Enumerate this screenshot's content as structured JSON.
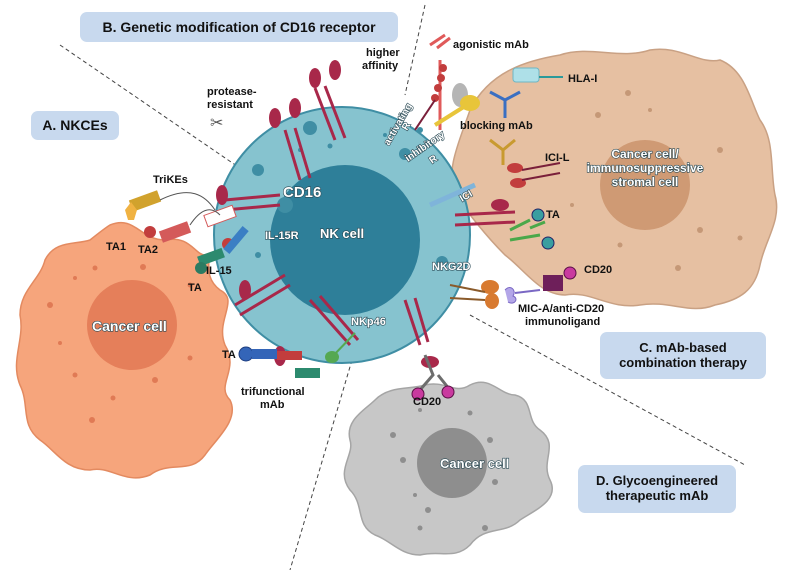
{
  "panels": {
    "a": "A. NKCEs",
    "b": "B. Genetic modification of CD16 receptor",
    "c_line1": "C. mAb-based",
    "c_line2": "combination therapy",
    "d_line1": "D. Glycoengineered",
    "d_line2": "therapeutic mAb"
  },
  "cells": {
    "nk": "NK cell",
    "cancer_left": "Cancer cell",
    "cancer_right_line1": "Cancer cell/",
    "cancer_right_line2": "immunosuppressive",
    "cancer_right_line3": "stromal cell",
    "cancer_bottom": "Cancer cell"
  },
  "labels": {
    "higher_affinity_1": "higher",
    "higher_affinity_2": "affinity",
    "protease_1": "protease-",
    "protease_2": "resistant",
    "trikes": "TriKEs",
    "cd16": "CD16",
    "il15r": "IL-15R",
    "il15": "IL-15",
    "ta1": "TA1",
    "ta2": "TA2",
    "ta_left": "TA",
    "ta_bottom_left": "TA",
    "nkp46": "NKp46",
    "trifunctional_1": "trifunctional",
    "trifunctional_2": "mAb",
    "agonistic": "agonistic mAb",
    "hla": "HLA-I",
    "blocking": "blocking mAb",
    "activating_1": "activating",
    "activating_2": "R",
    "inhibitory_1": "inhibitory",
    "inhibitory_2": "R",
    "ici": "ICI",
    "ici_l": "ICI-L",
    "ta_right": "TA",
    "nkg2d": "NKG2D",
    "cd20_right": "CD20",
    "mica_1": "MIC-A/anti-CD20",
    "mica_2": "immunoligand",
    "cd20_bottom": "CD20"
  },
  "colors": {
    "nk_outer": "#86c3cf",
    "nk_inner": "#2e7f99",
    "cancer_left": "#f6a57c",
    "cancer_left_nucleus": "#e57f5a",
    "cancer_right": "#e6c0a2",
    "cancer_right_nucleus": "#cf9a74",
    "cancer_bottom": "#c7c7c7",
    "cancer_bottom_nucleus": "#8e8e8e",
    "receptor": "#a8284a",
    "panel_box": "#c8d9ee"
  }
}
